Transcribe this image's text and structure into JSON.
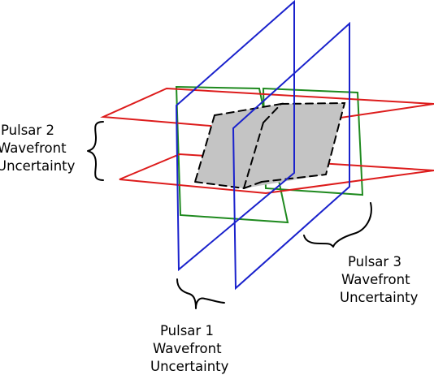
{
  "colors": {
    "pulsar1": "#1a22cc",
    "pulsar2": "#dd1c1c",
    "pulsar3": "#1f8a1f",
    "volume_fill": "#c4c4c4",
    "outline": "#000000"
  },
  "labels": {
    "pulsar1": [
      "Pulsar 1",
      "Wavefront",
      "Uncertainty"
    ],
    "pulsar2": [
      "Pulsar 2",
      "Wavefront",
      "Uncertainty"
    ],
    "pulsar3": [
      "Pulsar 3",
      "Wavefront",
      "Uncertainty"
    ]
  }
}
